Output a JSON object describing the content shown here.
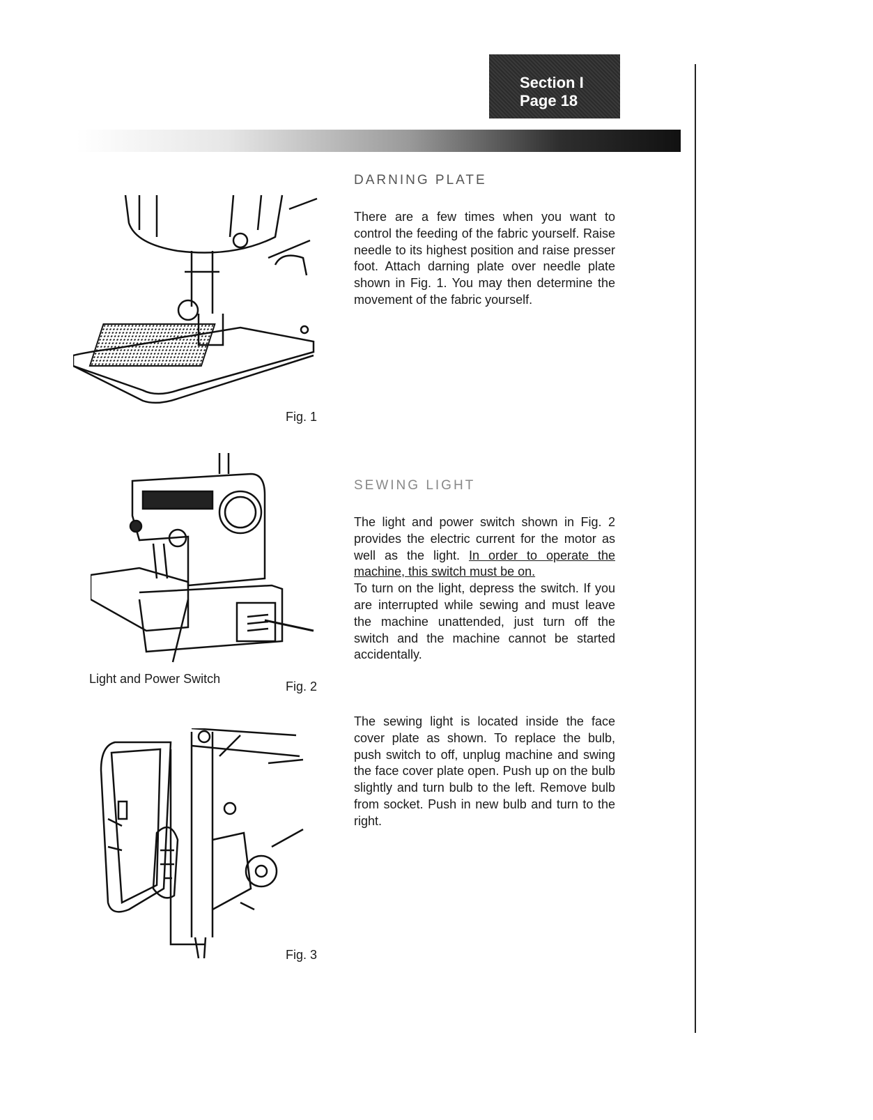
{
  "header": {
    "section": "Section I",
    "page": "Page 18"
  },
  "darning": {
    "title": "DARNING PLATE",
    "body": "There are a few times when you want to control the feeding of the fabric yourself. Raise needle to its highest position and raise presser foot. Attach darning plate over needle plate shown in Fig. 1. You may then determine the movement of the fabric yourself.",
    "fig_label": "Fig. 1"
  },
  "light": {
    "title": "SEWING LIGHT",
    "body_pre": "The light and power switch shown in Fig. 2 provides the electric current for the motor as well as the light. ",
    "body_underline": "In order to operate the machine, this switch must be on.",
    "body_post": "To turn on the light, depress the switch. If you are interrupted while sewing and must leave the machine unattended, just turn off the switch and the machine cannot be started accidentally.",
    "callout": "Light and Power Switch",
    "fig_label": "Fig. 2"
  },
  "bulb": {
    "body": "The sewing light is located inside the face cover plate as shown. To replace the bulb, push switch to off, unplug machine and swing the face cover plate open. Push up on the bulb slightly and turn bulb to the left. Remove bulb from socket. Push in new bulb and turn to the right.",
    "fig_label": "Fig. 3"
  }
}
